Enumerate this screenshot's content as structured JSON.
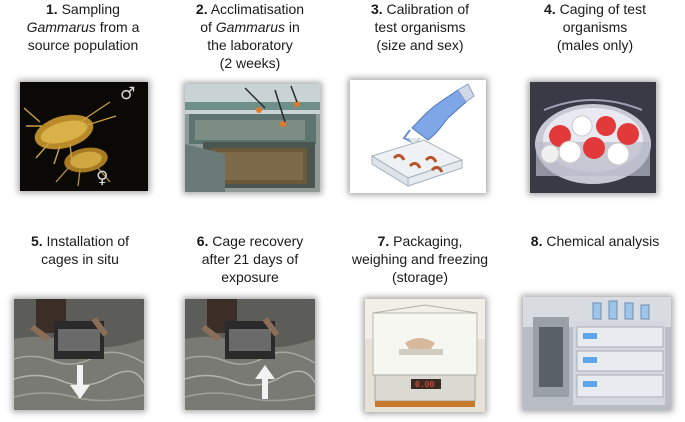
{
  "steps": [
    {
      "num": "1.",
      "lines": [
        "Sampling",
        "from a",
        "source population"
      ],
      "italic": "Gammarus"
    },
    {
      "num": "2.",
      "lines": [
        "Acclimatisation",
        "of",
        "in",
        "the laboratory",
        "(2 weeks)"
      ],
      "italic": "Gammarus"
    },
    {
      "num": "3.",
      "lines": [
        "Calibration of",
        "test organisms",
        "(size and sex)"
      ]
    },
    {
      "num": "4.",
      "lines": [
        "Caging of test",
        "organisms",
        "(males only)"
      ]
    },
    {
      "num": "5.",
      "lines": [
        "Installation of",
        "cages in situ"
      ]
    },
    {
      "num": "6.",
      "lines": [
        "Cage recovery",
        "after 21 days of",
        "exposure"
      ]
    },
    {
      "num": "7.",
      "lines": [
        "Packaging,",
        "weighing and freezing",
        "(storage)"
      ]
    },
    {
      "num": "8.",
      "lines": [
        "Chemical analysis"
      ]
    }
  ],
  "symbols": {
    "male": "♂",
    "female": "♀"
  },
  "colors": {
    "arrow": "#f2f2f2",
    "glove": "#7fa6e6",
    "lid_red": "#e23a3a"
  }
}
